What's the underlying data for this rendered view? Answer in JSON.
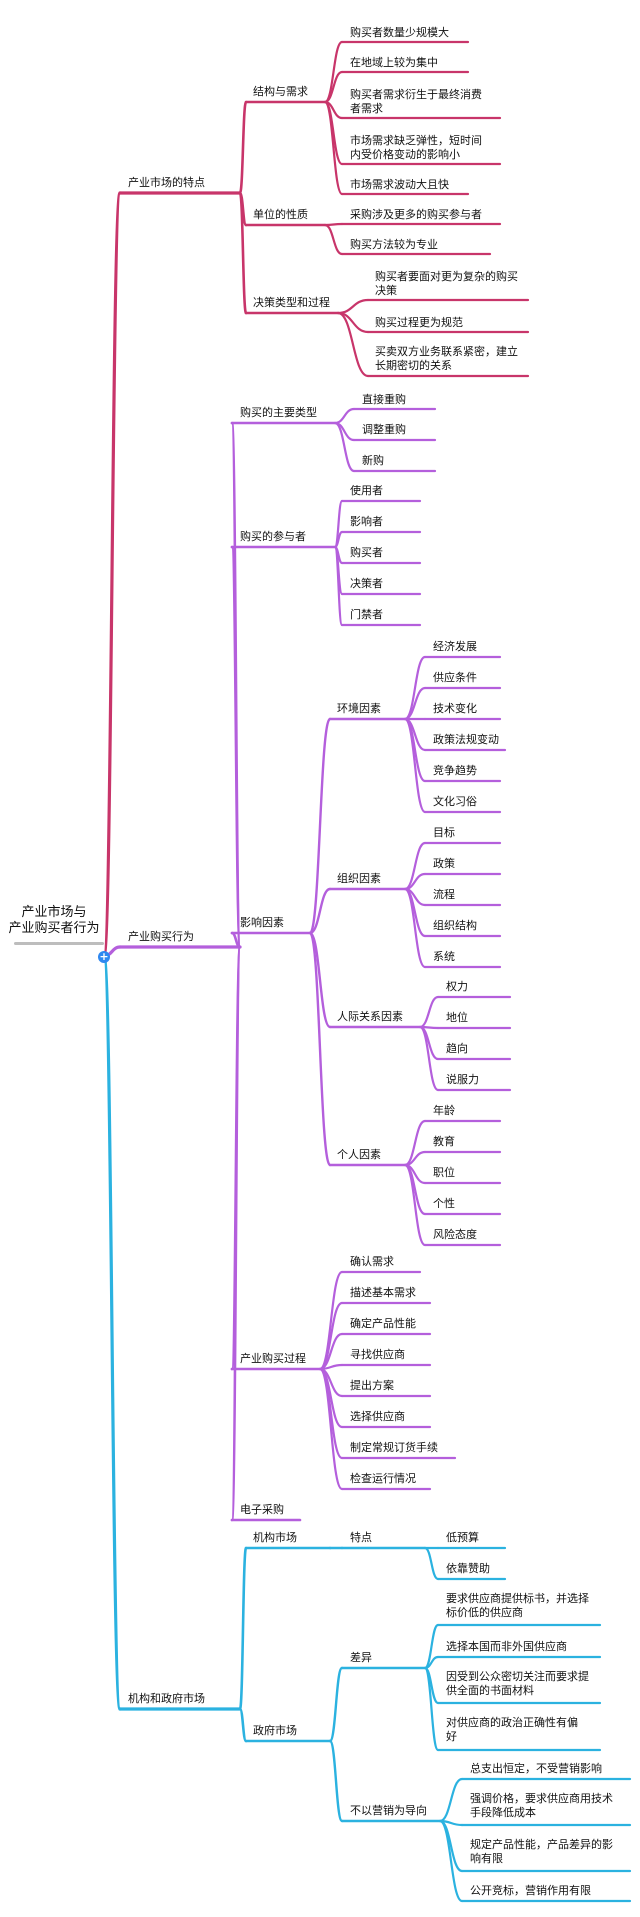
{
  "root": {
    "line1": "产业市场与",
    "line2": "产业购买者行为"
  },
  "colors": {
    "section1": "#c8356a",
    "section2": "#b45fdc",
    "section3": "#2bb2e0"
  },
  "sections": [
    {
      "label": "产业市场的特点",
      "children": [
        {
          "label": "结构与需求",
          "children": [
            "购买者数量少规模大",
            "在地域上较为集中",
            "购买者需求衍生于最终消费者需求",
            "市场需求缺乏弹性，短时间内受价格变动的影响小",
            "市场需求波动大且快"
          ]
        },
        {
          "label": "单位的性质",
          "children": [
            "采购涉及更多的购买参与者",
            "购买方法较为专业"
          ]
        },
        {
          "label": "决策类型和过程",
          "children": [
            "购买者要面对更为复杂的购买决策",
            "购买过程更为规范",
            "买卖双方业务联系紧密，建立长期密切的关系"
          ]
        }
      ]
    },
    {
      "label": "产业购买行为",
      "children": [
        {
          "label": "购买的主要类型",
          "children": [
            "直接重购",
            "调整重购",
            "新购"
          ]
        },
        {
          "label": "购买的参与者",
          "children": [
            "使用者",
            "影响者",
            "购买者",
            "决策者",
            "门禁者"
          ]
        },
        {
          "label": "影响因素",
          "children": [
            {
              "label": "环境因素",
              "children": [
                "经济发展",
                "供应条件",
                "技术变化",
                "政策法规变动",
                "竞争趋势",
                "文化习俗"
              ]
            },
            {
              "label": "组织因素",
              "children": [
                "目标",
                "政策",
                "流程",
                "组织结构",
                "系统"
              ]
            },
            {
              "label": "人际关系因素",
              "children": [
                "权力",
                "地位",
                "趋向",
                "说服力"
              ]
            },
            {
              "label": "个人因素",
              "children": [
                "年龄",
                "教育",
                "职位",
                "个性",
                "风险态度"
              ]
            }
          ]
        },
        {
          "label": "产业购买过程",
          "children": [
            "确认需求",
            "描述基本需求",
            "确定产品性能",
            "寻找供应商",
            "提出方案",
            "选择供应商",
            "制定常规订货手续",
            "检查运行情况"
          ]
        },
        {
          "label": "电子采购",
          "children": []
        }
      ]
    },
    {
      "label": "机构和政府市场",
      "children": [
        {
          "label": "机构市场",
          "children": [
            {
              "label": "特点",
              "children": [
                "低预算",
                "依靠赞助"
              ]
            }
          ]
        },
        {
          "label": "政府市场",
          "children": [
            {
              "label": "差异",
              "children": [
                "要求供应商提供标书，并选择标价低的供应商",
                "选择本国而非外国供应商",
                "因受到公众密切关注而要求提供全面的书面材料",
                "对供应商的政治正确性有偏好"
              ]
            },
            {
              "label": "不以营销为导向",
              "children": [
                "总支出恒定，不受营销影响",
                "强调价格，要求供应商用技术手段降低成本",
                "规定产品性能，产品差异的影响有限",
                "公开竞标，营销作用有限"
              ]
            }
          ]
        }
      ]
    }
  ]
}
